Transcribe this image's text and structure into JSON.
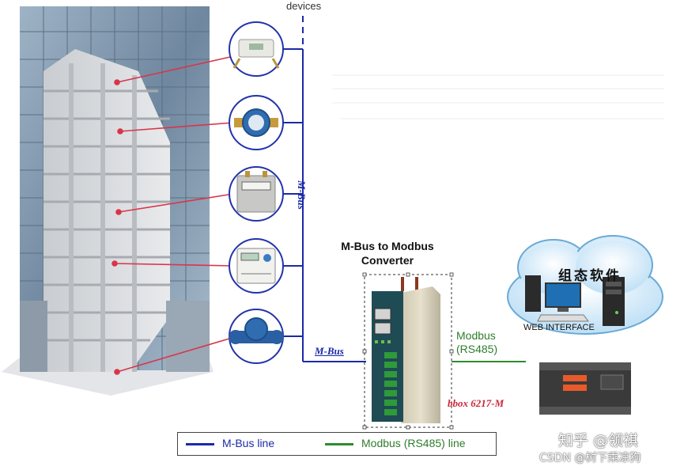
{
  "labels": {
    "devices": "devices",
    "converter_title_line1": "M-Bus to Modbus",
    "converter_title_line2": "Converter",
    "modbus_line1": "Modbus",
    "modbus_line2": "(RS485)",
    "model": "bbox 6217-M",
    "cloud_title": "组态软件",
    "web_interface": "WEB INTERFACE",
    "mbus_vertical": "M-Bus",
    "mbus_horizontal": "M-Bus"
  },
  "legend": {
    "mbus_line": "M-Bus line",
    "modbus_line": "Modbus (RS485) line"
  },
  "watermarks": {
    "zhihu": "知乎 @领祺",
    "csdn": "CSDN @树下乘凉狗"
  },
  "colors": {
    "mbus_line": "#1b2aa8",
    "modbus_line": "#2e8b2e",
    "pointer": "#d8354a",
    "device_ring": "#2233aa"
  },
  "devices": [
    {
      "name": "heat-meter"
    },
    {
      "name": "water-meter"
    },
    {
      "name": "gas-meter"
    },
    {
      "name": "electric-meter"
    },
    {
      "name": "large-water-meter"
    }
  ]
}
